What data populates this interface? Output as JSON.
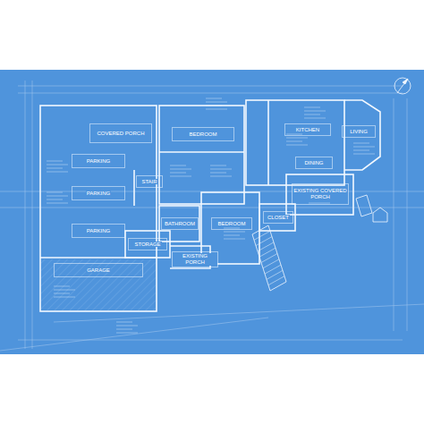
{
  "diagram": {
    "nodes": [
      {
        "text": [
          "COVERED PORCH"
        ]
      },
      {
        "text": [
          "PARKING"
        ]
      },
      {
        "text": [
          "PARKING"
        ]
      },
      {
        "text": [
          "PARKING"
        ]
      },
      {
        "text": [
          "GARAGE"
        ]
      },
      {
        "text": [
          "BEDROOM"
        ]
      },
      {
        "text": [
          "KITCHEN"
        ]
      },
      {
        "text": [
          "LIVING"
        ]
      },
      {
        "text": [
          "DINING"
        ]
      },
      {
        "text": [
          "STAIR"
        ]
      },
      {
        "text": [
          "EXISTING COVERED PORCH"
        ]
      },
      {
        "text": [
          "BATHROOM"
        ]
      },
      {
        "text": [
          "BEDROOM"
        ]
      },
      {
        "text": [
          "CLOSET"
        ]
      },
      {
        "text": [
          "STORAGE"
        ]
      },
      {
        "text": [
          "EXISTING PORCH"
        ]
      }
    ]
  }
}
